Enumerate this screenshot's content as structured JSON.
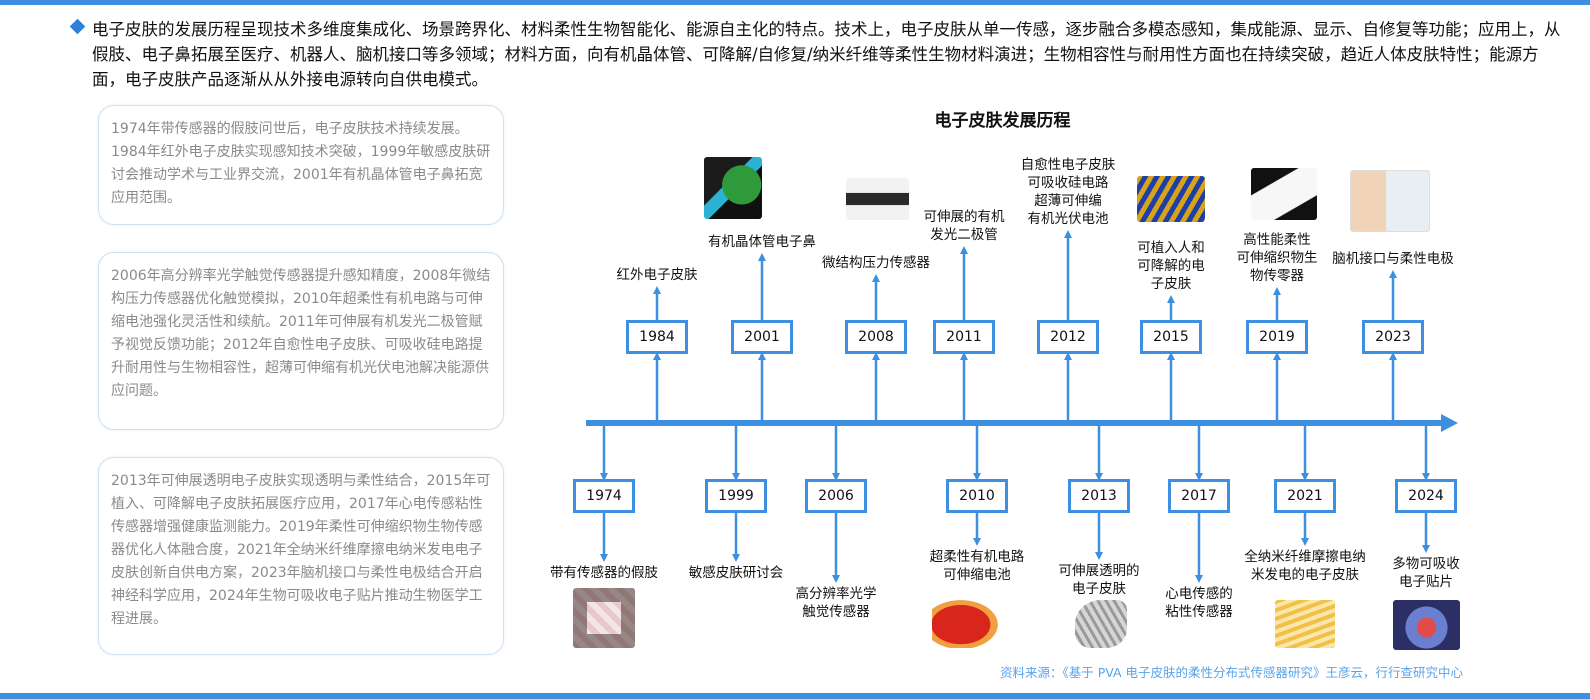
{
  "intro": {
    "text": "电子皮肤的发展历程呈现技术多维度集成化、场景跨界化、材料柔性生物智能化、能源自主化的特点。技术上，电子皮肤从单一传感，逐步融合多模态感知，集成能源、显示、自修复等功能；应用上，从假肢、电子鼻拓展至医疗、机器人、脑机接口等多领域；材料方面，向有机晶体管、可降解/自修复/纳米纤维等柔性生物材料演进；生物相容性与耐用性方面也在持续突破，趋近人体皮肤特性；能源方面，电子皮肤产品逐渐从从外接电源转向自供电模式。"
  },
  "summaries": [
    "1974年带传感器的假肢问世后，电子皮肤技术持续发展。1984年红外电子皮肤实现感知技术突破，1999年敏感皮肤研讨会推动学术与工业界交流，2001年有机晶体管电子鼻拓宽应用范围。",
    "2006年高分辨率光学触觉传感器提升感知精度，2008年微结构压力传感器优化触觉模拟，2010年超柔性有机电路与可伸缩电池强化灵活性和续航。2011年可伸展有机发光二极管赋予视觉反馈功能；2012年自愈性电子皮肤、可吸收硅电路提升耐用性与生物相容性，超薄可伸缩有机光伏电池解决能源供应问题。",
    "2013年可伸展透明电子皮肤实现透明与柔性结合，2015年可植入、可降解电子皮肤拓展医疗应用，2017年心电传感粘性传感器增强健康监测能力。2019年柔性可伸缩织物生物传感器优化人体融合度，2021年全纳米纤维摩擦电纳米发电电子皮肤创新自供电方案，2023年脑机接口与柔性电极结合开启神经科学应用，2024年生物可吸收电子贴片推动生物医学工程进展。"
  ],
  "chart_title": "电子皮肤发展历程",
  "colors": {
    "accent": "#3d8fe0",
    "source_text": "#5aa3e8",
    "summary_text": "#8a8a8a"
  },
  "timeline": {
    "above": [
      {
        "year": "1984",
        "label": "红外电子皮肤"
      },
      {
        "year": "2001",
        "label": "有机晶体管电子鼻",
        "image": "organic-transistor-nose-photo"
      },
      {
        "year": "2008",
        "label": "微结构压力传感器",
        "image": "pressure-sensor-photo"
      },
      {
        "year": "2011",
        "label": "可伸展的有机\n发光二极管"
      },
      {
        "year": "2012",
        "label": "自愈性电子皮肤\n可吸收硅电路\n超薄可伸编\n有机光伏电池"
      },
      {
        "year": "2015",
        "label": "可植入人和\n可降解的电\n子皮肤",
        "image": "implantable-skin-photo"
      },
      {
        "year": "2019",
        "label": "高性能柔性\n可伸缩织物生\n物传零器",
        "image": "fabric-biosensor-photo"
      },
      {
        "year": "2023",
        "label": "脑机接口与柔性电极",
        "image": "brain-interface-photo"
      }
    ],
    "below": [
      {
        "year": "1974",
        "label": "带有传感器的假肢",
        "image": "prosthetic-hand-photo"
      },
      {
        "year": "1999",
        "label": "敏感皮肤研讨会"
      },
      {
        "year": "2006",
        "label": "高分辨率光学\n触觉传感器"
      },
      {
        "year": "2010",
        "label": "超柔性有机电路\n可伸缩电池",
        "image": "flexible-circuit-photo"
      },
      {
        "year": "2013",
        "label": "可伸展透明的\n电子皮肤",
        "image": "transparent-skin-photo"
      },
      {
        "year": "2017",
        "label": "心电传感的\n粘性传感器"
      },
      {
        "year": "2021",
        "label": "全纳米纤维摩擦电纳\n米发电的电子皮肤",
        "image": "nanofiber-generator-photo"
      },
      {
        "year": "2024",
        "label": "多物可吸收\n电子贴片",
        "image": "absorbable-patch-photo"
      }
    ]
  },
  "source": "资料来源：《基于 PVA 电子皮肤的柔性分布式传感器研究》王彦云，行行查研究中心"
}
